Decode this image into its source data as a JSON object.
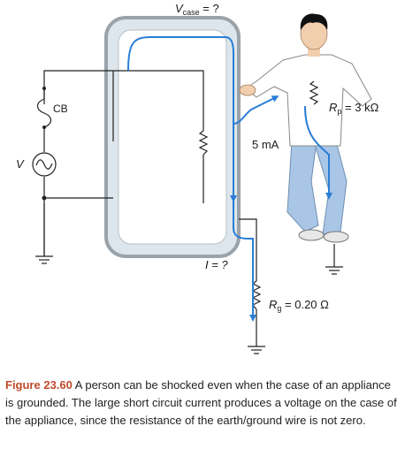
{
  "diagram": {
    "v_case_label": "V",
    "v_case_sub": "case",
    "v_case_suffix": " = ?",
    "cb_label": "CB",
    "source_label": "V",
    "person_resistance_label": "R",
    "person_resistance_sub": "p",
    "person_resistance_value": " = 3 kΩ",
    "person_current_label": "5 mA",
    "fault_current_label": "I = ?",
    "ground_resistance_label": "R",
    "ground_resistance_sub": "g",
    "ground_resistance_value": " = 0.20 Ω",
    "colors": {
      "case_fill": "#dde6ec",
      "case_stroke": "#9aa3a9",
      "wire": "#222222",
      "current": "#2a7dd6",
      "shirt": "#ffffff",
      "pants": "#a9c6e6",
      "hair": "#111111",
      "skin": "#f1cfae"
    }
  },
  "caption": {
    "figure_label": "Figure 23.60",
    "text": " A person can be shocked even when the case of an appliance is grounded. The large short circuit current produces a voltage on the case of the appliance, since the resistance of the earth/ground wire is not zero."
  }
}
